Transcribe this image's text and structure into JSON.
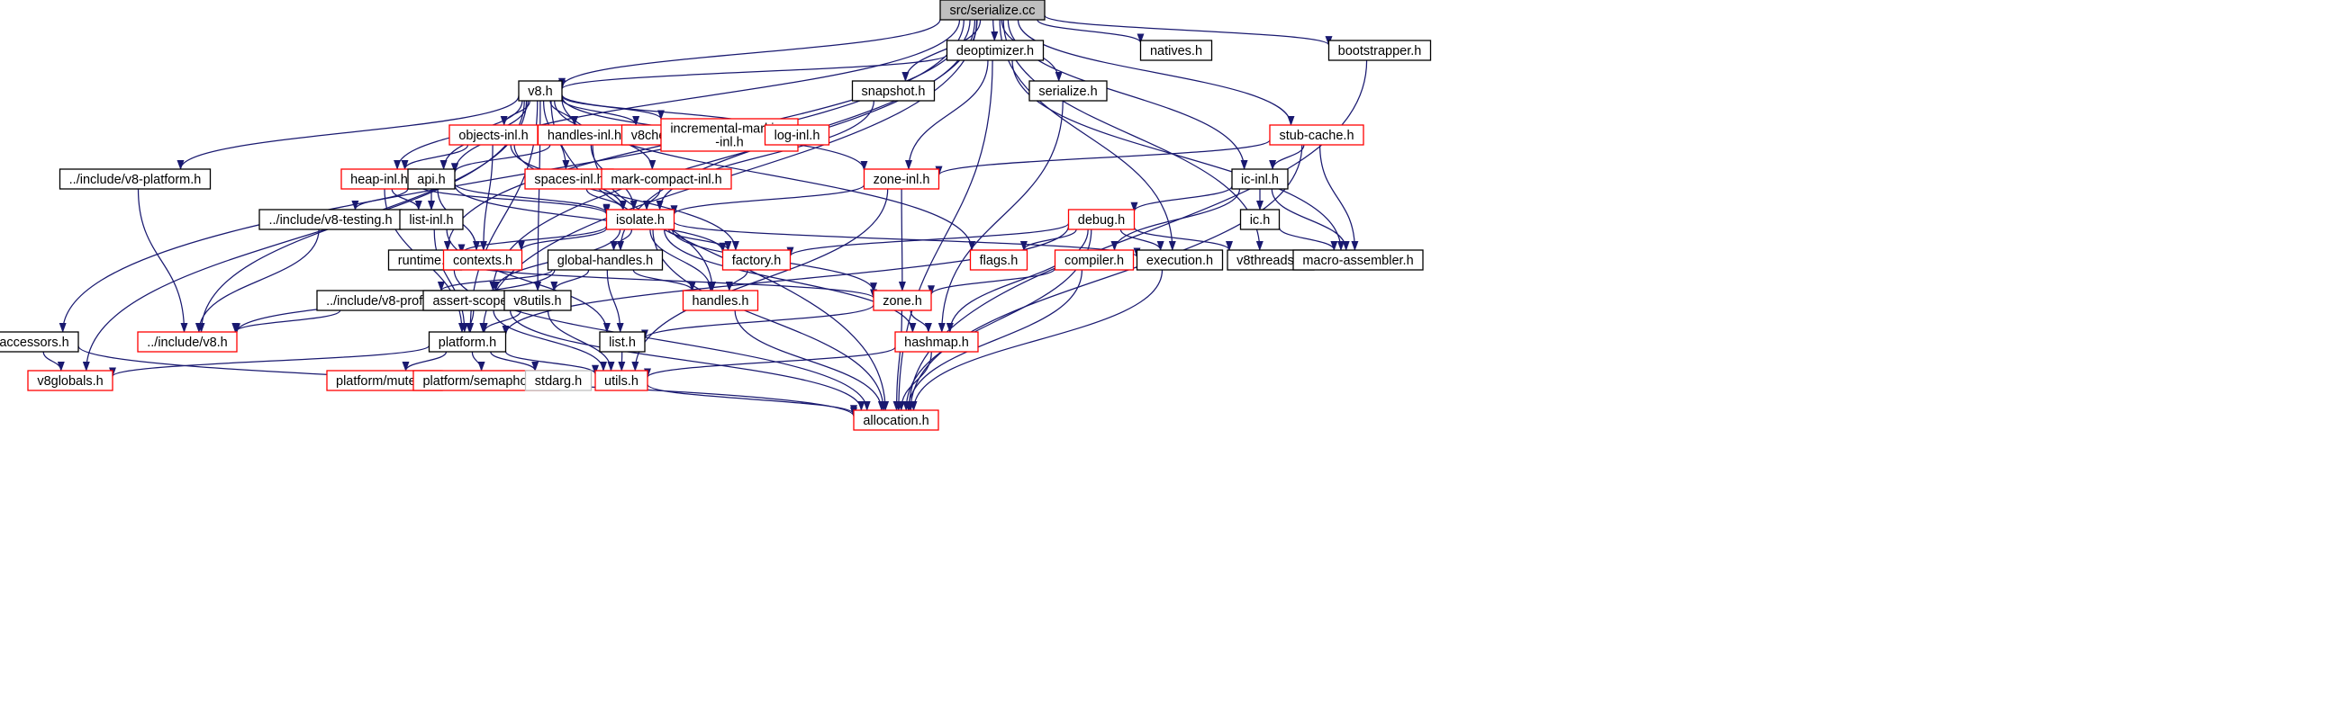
{
  "graph": {
    "colors": {
      "edge": "#191970",
      "arrow": "#191970",
      "border_black": "#000000",
      "border_red": "#ff0000",
      "border_gray": "#bfbfbf",
      "root_fill": "#bfbfbf",
      "node_fill": "#ffffff"
    },
    "nodes": [
      {
        "id": "serialize_cc",
        "label": "src/serialize.cc",
        "kind": "root"
      },
      {
        "id": "deoptimizer_h",
        "label": "deoptimizer.h",
        "kind": "black"
      },
      {
        "id": "natives_h",
        "label": "natives.h",
        "kind": "black"
      },
      {
        "id": "bootstrapper_h",
        "label": "bootstrapper.h",
        "kind": "black"
      },
      {
        "id": "v8_h",
        "label": "v8.h",
        "kind": "black"
      },
      {
        "id": "snapshot_h",
        "label": "snapshot.h",
        "kind": "black"
      },
      {
        "id": "serialize_h",
        "label": "serialize.h",
        "kind": "black"
      },
      {
        "id": "objects_inl_h",
        "label": "objects-inl.h",
        "kind": "red"
      },
      {
        "id": "handles_inl_h",
        "label": "handles-inl.h",
        "kind": "red"
      },
      {
        "id": "v8checks_h",
        "label": "v8checks.h",
        "kind": "red"
      },
      {
        "id": "incremental_marking_inl_h",
        "label": "incremental-marking\n-inl.h",
        "kind": "red"
      },
      {
        "id": "log_inl_h",
        "label": "log-inl.h",
        "kind": "red"
      },
      {
        "id": "stub_cache_h",
        "label": "stub-cache.h",
        "kind": "red"
      },
      {
        "id": "include_v8_platform_h",
        "label": "../include/v8-platform.h",
        "kind": "black"
      },
      {
        "id": "heap_inl_h",
        "label": "heap-inl.h",
        "kind": "red"
      },
      {
        "id": "api_h",
        "label": "api.h",
        "kind": "black"
      },
      {
        "id": "spaces_inl_h",
        "label": "spaces-inl.h",
        "kind": "red"
      },
      {
        "id": "mark_compact_inl_h",
        "label": "mark-compact-inl.h",
        "kind": "red"
      },
      {
        "id": "zone_inl_h",
        "label": "zone-inl.h",
        "kind": "red"
      },
      {
        "id": "ic_inl_h",
        "label": "ic-inl.h",
        "kind": "black"
      },
      {
        "id": "include_v8_testing_h",
        "label": "../include/v8-testing.h",
        "kind": "black"
      },
      {
        "id": "list_inl_h",
        "label": "list-inl.h",
        "kind": "black"
      },
      {
        "id": "isolate_h",
        "label": "isolate.h",
        "kind": "red"
      },
      {
        "id": "debug_h",
        "label": "debug.h",
        "kind": "red"
      },
      {
        "id": "ic_h",
        "label": "ic.h",
        "kind": "black"
      },
      {
        "id": "runtime_h",
        "label": "runtime.h",
        "kind": "black"
      },
      {
        "id": "contexts_h",
        "label": "contexts.h",
        "kind": "red"
      },
      {
        "id": "global_handles_h",
        "label": "global-handles.h",
        "kind": "black"
      },
      {
        "id": "factory_h",
        "label": "factory.h",
        "kind": "red"
      },
      {
        "id": "flags_h",
        "label": "flags.h",
        "kind": "red"
      },
      {
        "id": "compiler_h",
        "label": "compiler.h",
        "kind": "red"
      },
      {
        "id": "execution_h",
        "label": "execution.h",
        "kind": "black"
      },
      {
        "id": "v8threads_h",
        "label": "v8threads.h",
        "kind": "black"
      },
      {
        "id": "macro_assembler_h",
        "label": "macro-assembler.h",
        "kind": "black"
      },
      {
        "id": "include_v8_profiler_h",
        "label": "../include/v8-profiler.h",
        "kind": "black"
      },
      {
        "id": "assert_scope_h",
        "label": "assert-scope.h",
        "kind": "black"
      },
      {
        "id": "v8utils_h",
        "label": "v8utils.h",
        "kind": "black"
      },
      {
        "id": "handles_h",
        "label": "handles.h",
        "kind": "red"
      },
      {
        "id": "zone_h",
        "label": "zone.h",
        "kind": "red"
      },
      {
        "id": "accessors_h",
        "label": "accessors.h",
        "kind": "black"
      },
      {
        "id": "include_v8_h",
        "label": "../include/v8.h",
        "kind": "red"
      },
      {
        "id": "platform_h",
        "label": "platform.h",
        "kind": "black"
      },
      {
        "id": "list_h",
        "label": "list.h",
        "kind": "black"
      },
      {
        "id": "hashmap_h",
        "label": "hashmap.h",
        "kind": "red"
      },
      {
        "id": "v8globals_h",
        "label": "v8globals.h",
        "kind": "red"
      },
      {
        "id": "platform_mutex_h",
        "label": "platform/mutex.h",
        "kind": "red"
      },
      {
        "id": "platform_semaphore_h",
        "label": "platform/semaphore.h",
        "kind": "red"
      },
      {
        "id": "stdarg_h",
        "label": "stdarg.h",
        "kind": "gray"
      },
      {
        "id": "utils_h",
        "label": "utils.h",
        "kind": "red"
      },
      {
        "id": "allocation_h",
        "label": "allocation.h",
        "kind": "red"
      }
    ],
    "edges": [
      [
        "serialize_cc",
        "accessors_h"
      ],
      [
        "serialize_cc",
        "v8_h"
      ],
      [
        "serialize_cc",
        "api_h"
      ],
      [
        "serialize_cc",
        "runtime_h"
      ],
      [
        "serialize_cc",
        "platform_h"
      ],
      [
        "serialize_cc",
        "assert_scope_h"
      ],
      [
        "serialize_cc",
        "global_handles_h"
      ],
      [
        "serialize_cc",
        "snapshot_h"
      ],
      [
        "serialize_cc",
        "deoptimizer_h"
      ],
      [
        "serialize_cc",
        "serialize_h"
      ],
      [
        "serialize_cc",
        "execution_h"
      ],
      [
        "serialize_cc",
        "ic_inl_h"
      ],
      [
        "serialize_cc",
        "natives_h"
      ],
      [
        "serialize_cc",
        "v8threads_h"
      ],
      [
        "serialize_cc",
        "stub_cache_h"
      ],
      [
        "serialize_cc",
        "bootstrapper_h"
      ],
      [
        "deoptimizer_h",
        "v8_h"
      ],
      [
        "deoptimizer_h",
        "zone_inl_h"
      ],
      [
        "deoptimizer_h",
        "allocation_h"
      ],
      [
        "deoptimizer_h",
        "macro_assembler_h"
      ],
      [
        "bootstrapper_h",
        "allocation_h"
      ],
      [
        "v8_h",
        "include_v8_platform_h"
      ],
      [
        "v8_h",
        "objects_inl_h"
      ],
      [
        "v8_h",
        "handles_inl_h"
      ],
      [
        "v8_h",
        "v8checks_h"
      ],
      [
        "v8_h",
        "incremental_marking_inl_h"
      ],
      [
        "v8_h",
        "log_inl_h"
      ],
      [
        "v8_h",
        "heap_inl_h"
      ],
      [
        "v8_h",
        "api_h"
      ],
      [
        "v8_h",
        "spaces_inl_h"
      ],
      [
        "v8_h",
        "mark_compact_inl_h"
      ],
      [
        "v8_h",
        "zone_inl_h"
      ],
      [
        "v8_h",
        "v8globals_h"
      ],
      [
        "v8_h",
        "include_v8_h"
      ],
      [
        "v8_h",
        "platform_h"
      ],
      [
        "v8_h",
        "v8utils_h"
      ],
      [
        "v8_h",
        "flags_h"
      ],
      [
        "v8_h",
        "allocation_h"
      ],
      [
        "snapshot_h",
        "isolate_h"
      ],
      [
        "serialize_h",
        "hashmap_h"
      ],
      [
        "objects_inl_h",
        "heap_inl_h"
      ],
      [
        "objects_inl_h",
        "isolate_h"
      ],
      [
        "objects_inl_h",
        "contexts_h"
      ],
      [
        "objects_inl_h",
        "factory_h"
      ],
      [
        "handles_inl_h",
        "api_h"
      ],
      [
        "handles_inl_h",
        "isolate_h"
      ],
      [
        "handles_inl_h",
        "handles_h"
      ],
      [
        "stub_cache_h",
        "zone_inl_h"
      ],
      [
        "stub_cache_h",
        "ic_inl_h"
      ],
      [
        "stub_cache_h",
        "macro_assembler_h"
      ],
      [
        "stub_cache_h",
        "allocation_h"
      ],
      [
        "include_v8_platform_h",
        "include_v8_h"
      ],
      [
        "heap_inl_h",
        "list_inl_h"
      ],
      [
        "heap_inl_h",
        "isolate_h"
      ],
      [
        "heap_inl_h",
        "platform_h"
      ],
      [
        "api_h",
        "list_inl_h"
      ],
      [
        "api_h",
        "include_v8_testing_h"
      ],
      [
        "api_h",
        "isolate_h"
      ],
      [
        "api_h",
        "contexts_h"
      ],
      [
        "api_h",
        "factory_h"
      ],
      [
        "spaces_inl_h",
        "isolate_h"
      ],
      [
        "mark_compact_inl_h",
        "isolate_h"
      ],
      [
        "zone_inl_h",
        "isolate_h"
      ],
      [
        "zone_inl_h",
        "zone_h"
      ],
      [
        "zone_inl_h",
        "utils_h"
      ],
      [
        "ic_inl_h",
        "debug_h"
      ],
      [
        "ic_inl_h",
        "ic_h"
      ],
      [
        "ic_inl_h",
        "macro_assembler_h"
      ],
      [
        "ic_inl_h",
        "compiler_h"
      ],
      [
        "include_v8_testing_h",
        "include_v8_h"
      ],
      [
        "list_inl_h",
        "platform_h"
      ],
      [
        "list_inl_h",
        "list_h"
      ],
      [
        "isolate_h",
        "runtime_h"
      ],
      [
        "isolate_h",
        "contexts_h"
      ],
      [
        "isolate_h",
        "global_handles_h"
      ],
      [
        "isolate_h",
        "factory_h"
      ],
      [
        "isolate_h",
        "execution_h"
      ],
      [
        "isolate_h",
        "assert_scope_h"
      ],
      [
        "isolate_h",
        "handles_h"
      ],
      [
        "isolate_h",
        "zone_h"
      ],
      [
        "isolate_h",
        "hashmap_h"
      ],
      [
        "isolate_h",
        "allocation_h"
      ],
      [
        "debug_h",
        "factory_h"
      ],
      [
        "debug_h",
        "flags_h"
      ],
      [
        "debug_h",
        "execution_h"
      ],
      [
        "debug_h",
        "v8threads_h"
      ],
      [
        "debug_h",
        "platform_h"
      ],
      [
        "debug_h",
        "hashmap_h"
      ],
      [
        "debug_h",
        "allocation_h"
      ],
      [
        "ic_h",
        "macro_assembler_h"
      ],
      [
        "runtime_h",
        "zone_h"
      ],
      [
        "runtime_h",
        "allocation_h"
      ],
      [
        "global_handles_h",
        "include_v8_profiler_h"
      ],
      [
        "global_handles_h",
        "v8utils_h"
      ],
      [
        "global_handles_h",
        "handles_h"
      ],
      [
        "global_handles_h",
        "list_h"
      ],
      [
        "global_handles_h",
        "include_v8_h"
      ],
      [
        "factory_h",
        "handles_h"
      ],
      [
        "compiler_h",
        "zone_h"
      ],
      [
        "compiler_h",
        "allocation_h"
      ],
      [
        "execution_h",
        "allocation_h"
      ],
      [
        "include_v8_profiler_h",
        "include_v8_h"
      ],
      [
        "assert_scope_h",
        "platform_h"
      ],
      [
        "assert_scope_h",
        "utils_h"
      ],
      [
        "assert_scope_h",
        "allocation_h"
      ],
      [
        "v8utils_h",
        "platform_h"
      ],
      [
        "v8utils_h",
        "utils_h"
      ],
      [
        "handles_h",
        "allocation_h"
      ],
      [
        "zone_h",
        "list_h"
      ],
      [
        "zone_h",
        "hashmap_h"
      ],
      [
        "zone_h",
        "allocation_h"
      ],
      [
        "accessors_h",
        "v8globals_h"
      ],
      [
        "accessors_h",
        "allocation_h"
      ],
      [
        "platform_h",
        "v8globals_h"
      ],
      [
        "platform_h",
        "platform_mutex_h"
      ],
      [
        "platform_h",
        "platform_semaphore_h"
      ],
      [
        "platform_h",
        "stdarg_h"
      ],
      [
        "platform_h",
        "utils_h"
      ],
      [
        "list_h",
        "utils_h"
      ],
      [
        "hashmap_h",
        "utils_h"
      ],
      [
        "hashmap_h",
        "allocation_h"
      ],
      [
        "utils_h",
        "allocation_h"
      ]
    ]
  }
}
